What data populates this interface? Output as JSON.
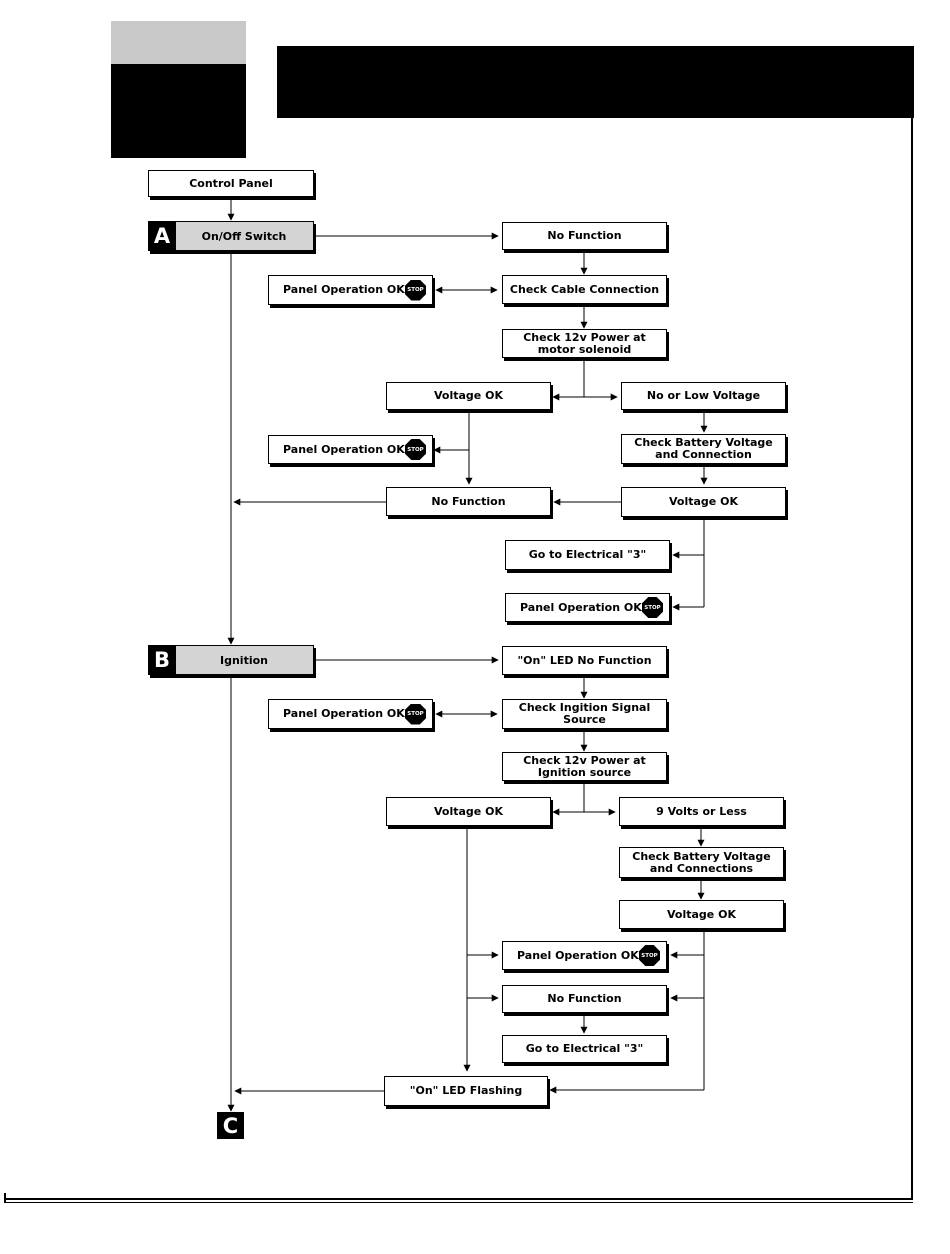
{
  "stop_icon_label": "STOP",
  "sections": {
    "a": {
      "letter": "A",
      "label": "On/Off Switch"
    },
    "b": {
      "letter": "B",
      "label": "Ignition"
    },
    "c": {
      "letter": "C"
    }
  },
  "boxes": {
    "control_panel": "Control Panel",
    "a_no_function": "No Function",
    "a_panel_ok_1": "Panel Operation OK",
    "a_check_cable": "Check Cable Connection",
    "a_check_12v": "Check 12v Power at\nmotor solenoid",
    "a_voltage_ok": "Voltage OK",
    "a_no_low_voltage": "No or Low Voltage",
    "a_panel_ok_2": "Panel Operation OK",
    "a_check_battery": "Check Battery Voltage\nand Connection",
    "a_no_function_2": "No Function",
    "a_voltage_ok_2": "Voltage OK",
    "a_go_elec3": "Go to Electrical \"3\"",
    "a_panel_ok_3": "Panel Operation OK",
    "b_on_led_nofunc": "\"On\" LED No Function",
    "b_panel_ok_1": "Panel Operation OK",
    "b_check_signal": "Check Ingition Signal Source",
    "b_check_12v": "Check 12v Power at\nIgnition source",
    "b_voltage_ok": "Voltage OK",
    "b_9volts": "9 Volts or Less",
    "b_check_battery": "Check Battery Voltage\nand Connections",
    "b_voltage_ok_2": "Voltage OK",
    "b_panel_ok_2": "Panel Operation OK",
    "b_no_function": "No  Function",
    "b_go_elec3": "Go to Electrical \"3\"",
    "b_on_led_flashing": "\"On\" LED Flashing"
  }
}
